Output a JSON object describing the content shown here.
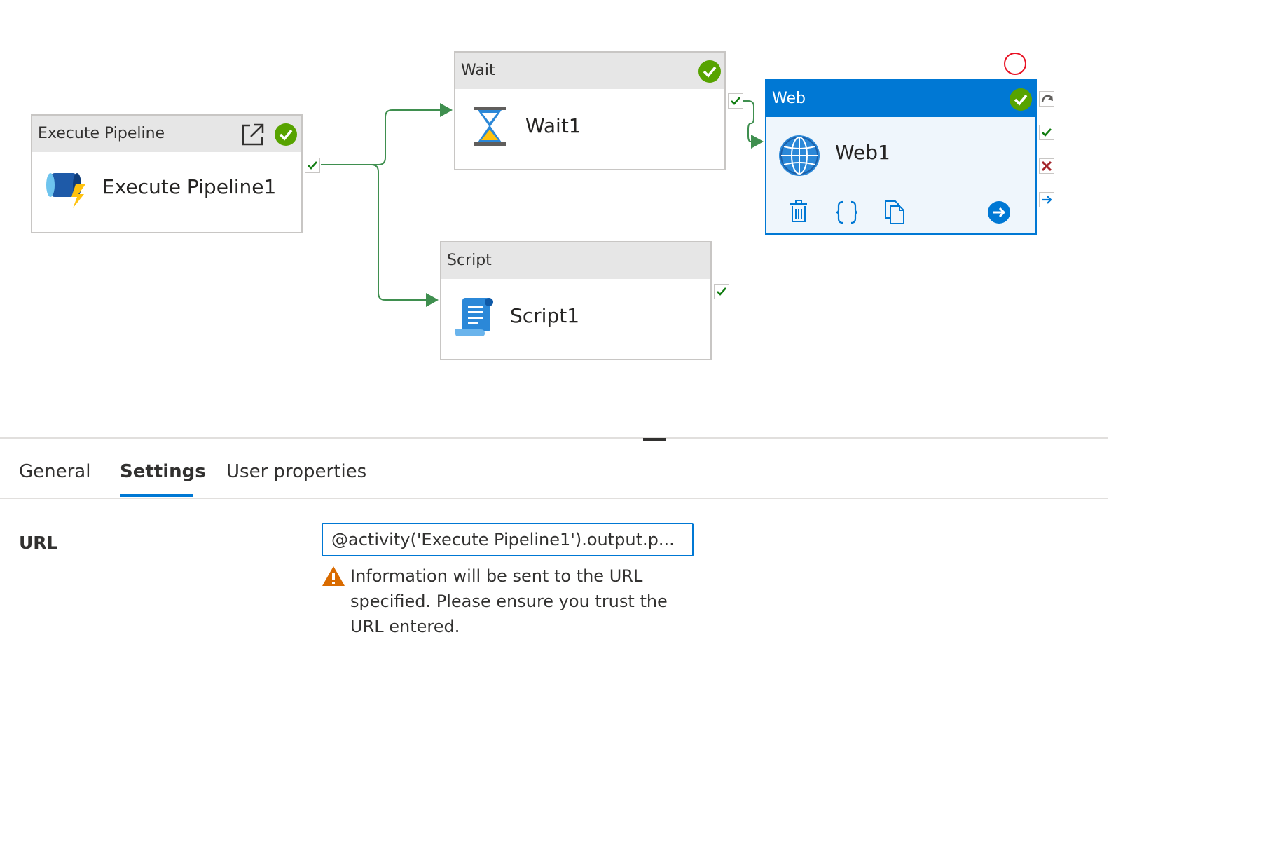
{
  "canvas": {
    "nodes": {
      "execute_pipeline": {
        "type": "Execute Pipeline",
        "name": "Execute Pipeline1"
      },
      "wait": {
        "type": "Wait",
        "name": "Wait1"
      },
      "script": {
        "type": "Script",
        "name": "Script1"
      },
      "web": {
        "type": "Web",
        "name": "Web1"
      }
    },
    "colors": {
      "accent": "#0078d4",
      "success": "#57a300",
      "connector": "#3f8f4f",
      "failure": "#a4262c",
      "warning": "#d96b00"
    }
  },
  "tabs": [
    {
      "label": "General"
    },
    {
      "label": "Settings"
    },
    {
      "label": "User properties"
    }
  ],
  "active_tab": "Settings",
  "settings": {
    "url_label": "URL",
    "url_value": "@activity('Execute Pipeline1').output.p...",
    "warning_text": "Information will be sent to the URL specified. Please ensure you trust the URL entered."
  }
}
